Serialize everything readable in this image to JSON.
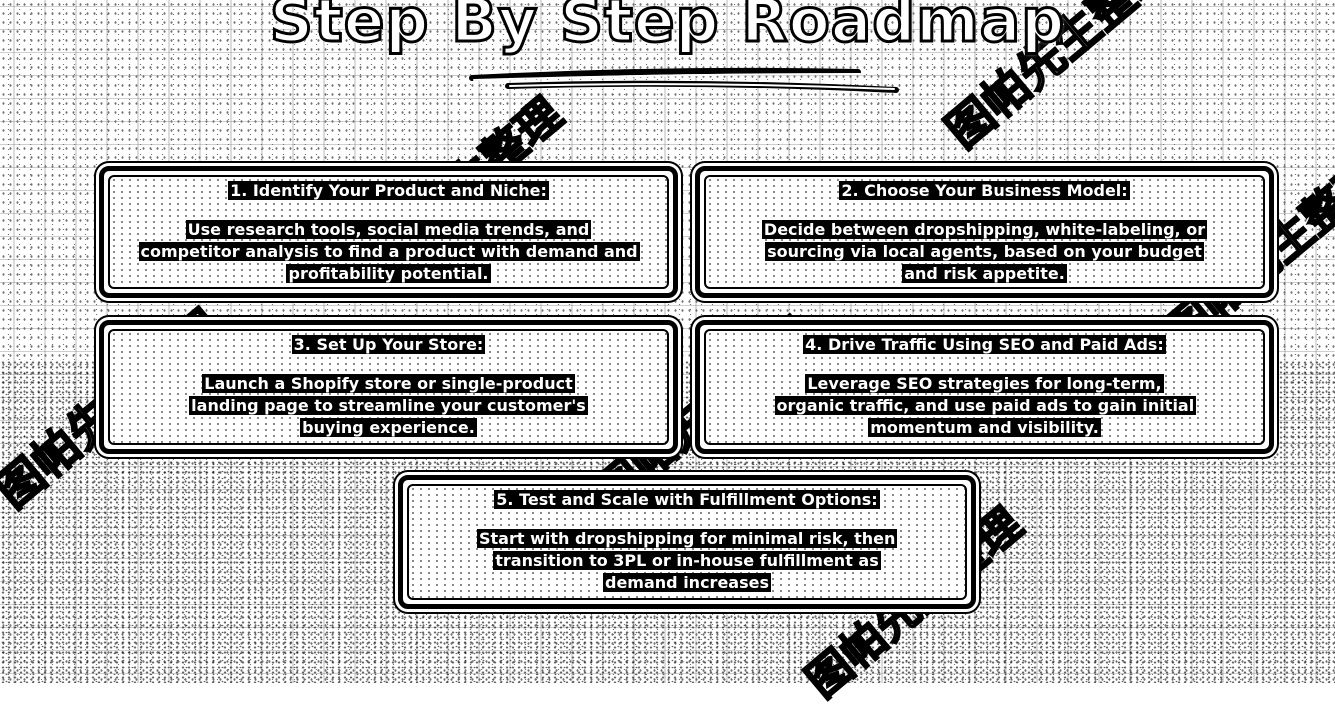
{
  "title": "Step By Step Roadmap",
  "cards": [
    {
      "heading": "1. Identify Your Product and Niche:",
      "body": "Use research tools, social media trends, and competitor analysis to find a product with demand and profitability potential."
    },
    {
      "heading": "2. Choose Your Business Model:",
      "body": "Decide between dropshipping, white-labeling, or sourcing via local agents, based on your budget and risk appetite."
    },
    {
      "heading": "3. Set Up Your Store:",
      "body": "Launch a Shopify store or single-product landing page to streamline your customer's buying experience."
    },
    {
      "heading": "4. Drive Traffic Using SEO and Paid Ads:",
      "body": "Leverage SEO strategies for long-term, organic traffic, and use paid ads to gain initial momentum and visibility."
    },
    {
      "heading": "5. Test and Scale with Fulfillment Options:",
      "body": "Start with dropshipping for minimal risk, then transition to 3PL or in-house fulfillment as demand increases"
    }
  ],
  "watermark": {
    "text": "图帕先生整理"
  },
  "colors": {
    "ink": "#000000",
    "paper": "#ffffff"
  }
}
